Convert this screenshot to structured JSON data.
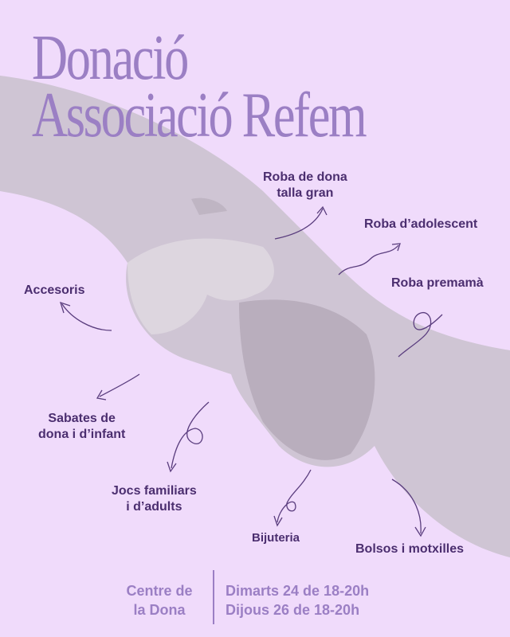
{
  "title": {
    "line1": "Donació",
    "line2": "Associació Refem"
  },
  "items": {
    "roba_dona": "Roba de dona\ntalla gran",
    "roba_dona_l1": "Roba de dona",
    "roba_dona_l2": "talla gran",
    "adolescent": "Roba d’adolescent",
    "premama": "Roba premamà",
    "accesoris": "Accesoris",
    "sabates_l1": "Sabates de",
    "sabates_l2": "dona i d’infant",
    "jocs_l1": "Jocs familiars",
    "jocs_l2": "i d’adults",
    "bijuteria": "Bijuteria",
    "bolsos": "Bolsos i motxilles"
  },
  "footer": {
    "place_l1": "Centre de",
    "place_l2": "la Dona",
    "date1": "Dimarts 24 de 18-20h",
    "date2": "Dijous 26 de 18-20h"
  },
  "colors": {
    "background": "#f0dbfb",
    "title": "#9b7fc4",
    "labels": "#4b2e6f"
  }
}
